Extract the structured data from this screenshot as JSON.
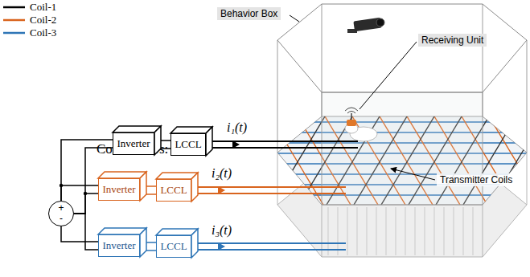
{
  "diagram": {
    "nodes": [
      {
        "text": [
          "+",
          "-"
        ]
      },
      {
        "text": [
          "Inverter"
        ]
      },
      {
        "text": [
          "LCCL"
        ]
      },
      {
        "text": [
          "Inverter"
        ]
      },
      {
        "text": [
          "LCCL"
        ]
      },
      {
        "text": [
          "Inverter"
        ]
      },
      {
        "text": [
          "LCCL"
        ]
      }
    ],
    "edges": [
      {
        "from": 0,
        "to": 1,
        "arrow": "none"
      },
      {
        "from": 0,
        "to": 3,
        "arrow": "none"
      },
      {
        "from": 0,
        "to": 5,
        "arrow": "none"
      },
      {
        "from": 1,
        "to": 2,
        "arrow": "none"
      },
      {
        "from": 3,
        "to": 4,
        "arrow": "none"
      },
      {
        "from": 5,
        "to": 6,
        "arrow": "none"
      }
    ],
    "labels": [
      "Coil Drivers:",
      "i₁(t)",
      "i₂(t)",
      "i₃(t)",
      "Behavior Box",
      "Receiving Unit",
      "Transmitter Coils"
    ],
    "legend": [
      {
        "text": "Coil-1"
      },
      {
        "text": "Coil-2"
      },
      {
        "text": "Coil-3"
      }
    ]
  }
}
